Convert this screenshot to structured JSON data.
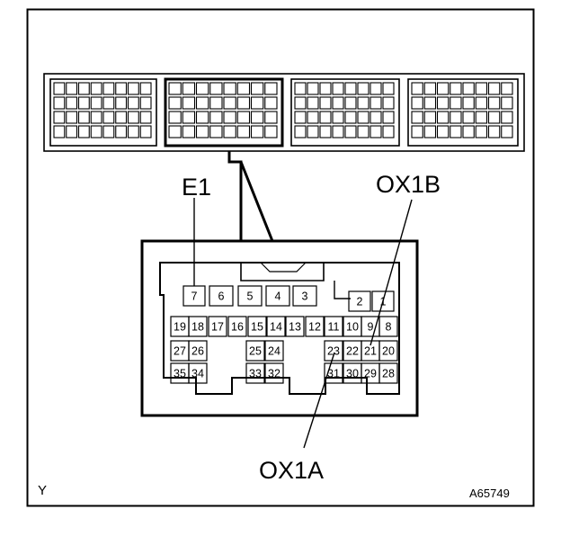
{
  "labels": {
    "e1": "E1",
    "ox1b": "OX1B",
    "ox1a": "OX1A",
    "corner_left": "Y",
    "figure_id": "A65749"
  },
  "connector": {
    "pins": [
      "1",
      "2",
      "3",
      "4",
      "5",
      "6",
      "7",
      "8",
      "9",
      "10",
      "11",
      "12",
      "13",
      "14",
      "15",
      "16",
      "17",
      "18",
      "19",
      "20",
      "21",
      "22",
      "23",
      "24",
      "25",
      "26",
      "27",
      "28",
      "29",
      "30",
      "31",
      "32",
      "33",
      "34",
      "35"
    ]
  }
}
